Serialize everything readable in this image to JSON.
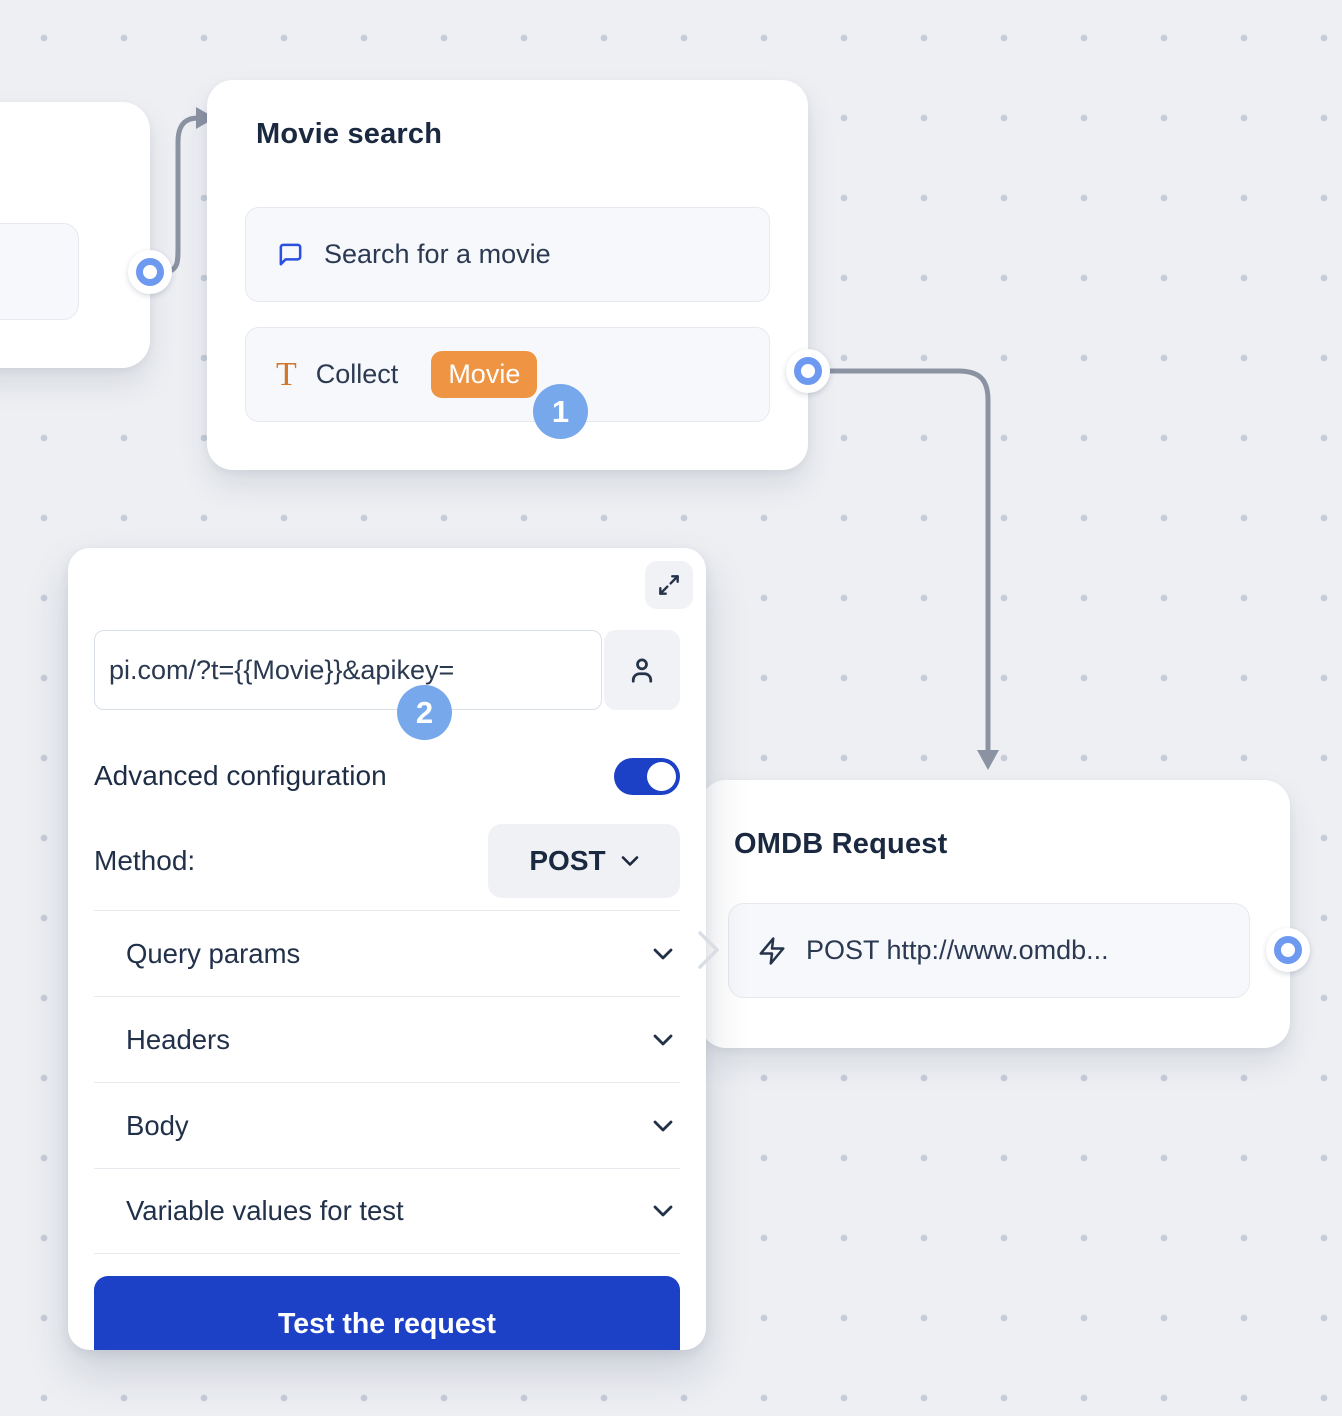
{
  "canvas": {
    "background_color": "#edeff3",
    "dot_color": "#c6ccd8"
  },
  "colors": {
    "accent_blue": "#1c40c6",
    "port_ring_blue": "#6d9af0",
    "step_badge_blue": "#77a8ec",
    "variable_orange": "#ef9442",
    "icon_orange": "#d2762b",
    "chat_icon_blue": "#2b50e0",
    "wire_gray": "#8b93a3",
    "title_navy": "#1b2940"
  },
  "nodes": {
    "movie_search": {
      "title": "Movie search",
      "items": [
        {
          "icon": "chat-bubble-icon",
          "label": "Search for a movie"
        },
        {
          "icon": "text-collect-icon",
          "label": "Collect",
          "variable_badge": "Movie"
        }
      ],
      "step_badge": "1"
    },
    "omdb_request": {
      "title": "OMDB Request",
      "items": [
        {
          "icon": "lightning-icon",
          "label": "POST http://www.omdb..."
        }
      ]
    }
  },
  "panel": {
    "url_value": "pi.com/?t={{Movie}}&apikey=",
    "advanced_configuration_label": "Advanced configuration",
    "advanced_configuration_on": true,
    "method_label": "Method:",
    "method_value": "POST",
    "sections": [
      {
        "label": "Query params"
      },
      {
        "label": "Headers"
      },
      {
        "label": "Body"
      },
      {
        "label": "Variable values for test"
      }
    ],
    "test_button_label": "Test the request",
    "step_badge": "2"
  }
}
